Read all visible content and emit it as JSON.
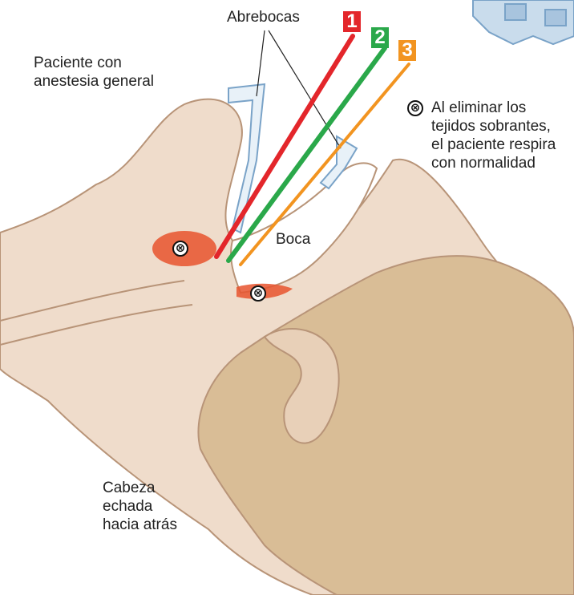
{
  "labels": {
    "abrebocas": "Abrebocas",
    "paciente": [
      "Paciente con",
      "anestesia general"
    ],
    "boca": "Boca",
    "cabeza": [
      "Cabeza",
      "echada",
      "hacia atrás"
    ],
    "nota": [
      "Al eliminar los",
      "tejidos sobrantes,",
      "el paciente respira",
      "con normalidad"
    ],
    "x_symbol": "⊗"
  },
  "instruments": [
    {
      "number": "1",
      "color": "#e3262b"
    },
    {
      "number": "2",
      "color": "#2aa84a"
    },
    {
      "number": "3",
      "color": "#f29420"
    }
  ],
  "colors": {
    "skin": "#efdccb",
    "skin_shadow": "#dcc0a4",
    "hair": "#d9bd96",
    "outline": "#b89478",
    "tissue": "#e8542e",
    "gadget": "#7aa3c8",
    "text": "#222222"
  }
}
